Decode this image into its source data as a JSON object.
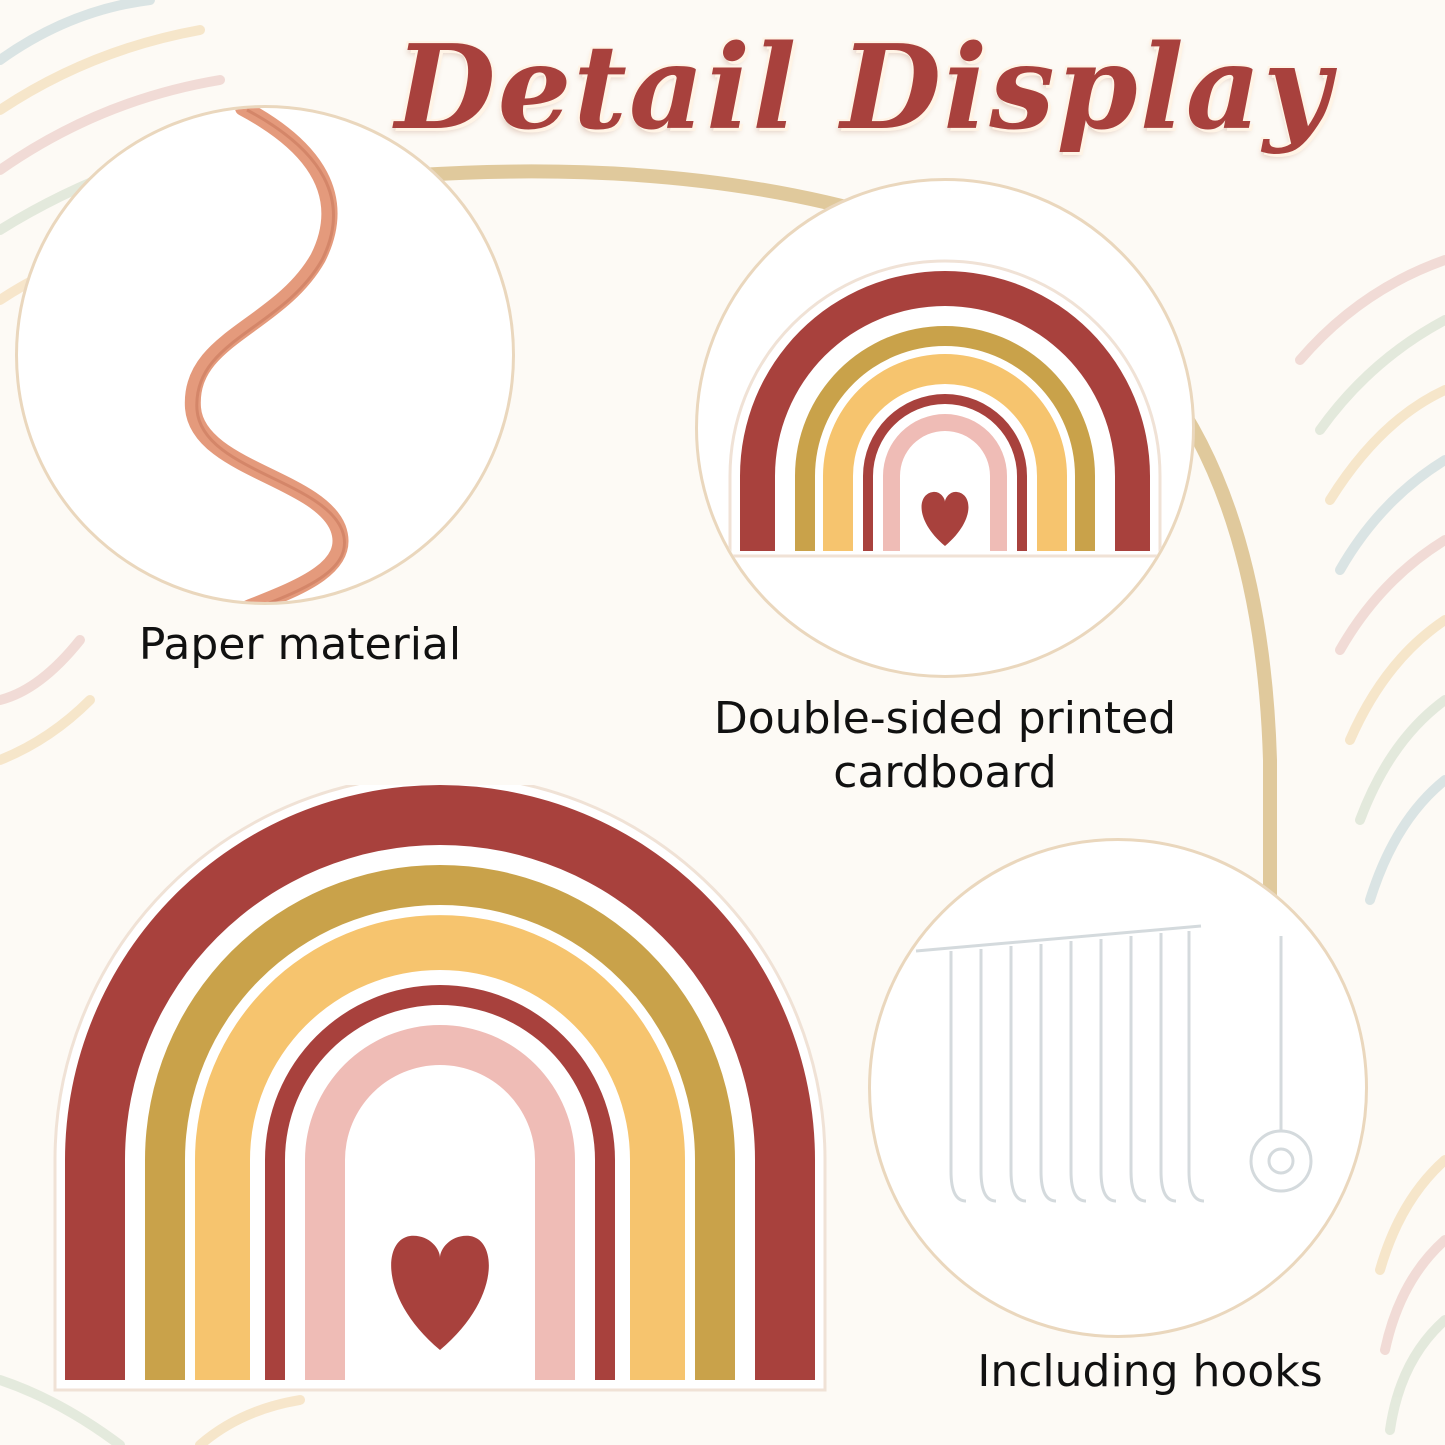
{
  "title": "Detail Display",
  "captions": {
    "paper": "Paper material",
    "cardboard_line1": "Double-sided printed",
    "cardboard_line2": "cardboard",
    "hooks": "Including hooks"
  },
  "colors": {
    "brick": "#a8413d",
    "gold": "#c9a24a",
    "peach": "#f6c46e",
    "pink": "#efbcb6",
    "ribbon": "#e49a7c",
    "frame": "#ead7bd"
  }
}
